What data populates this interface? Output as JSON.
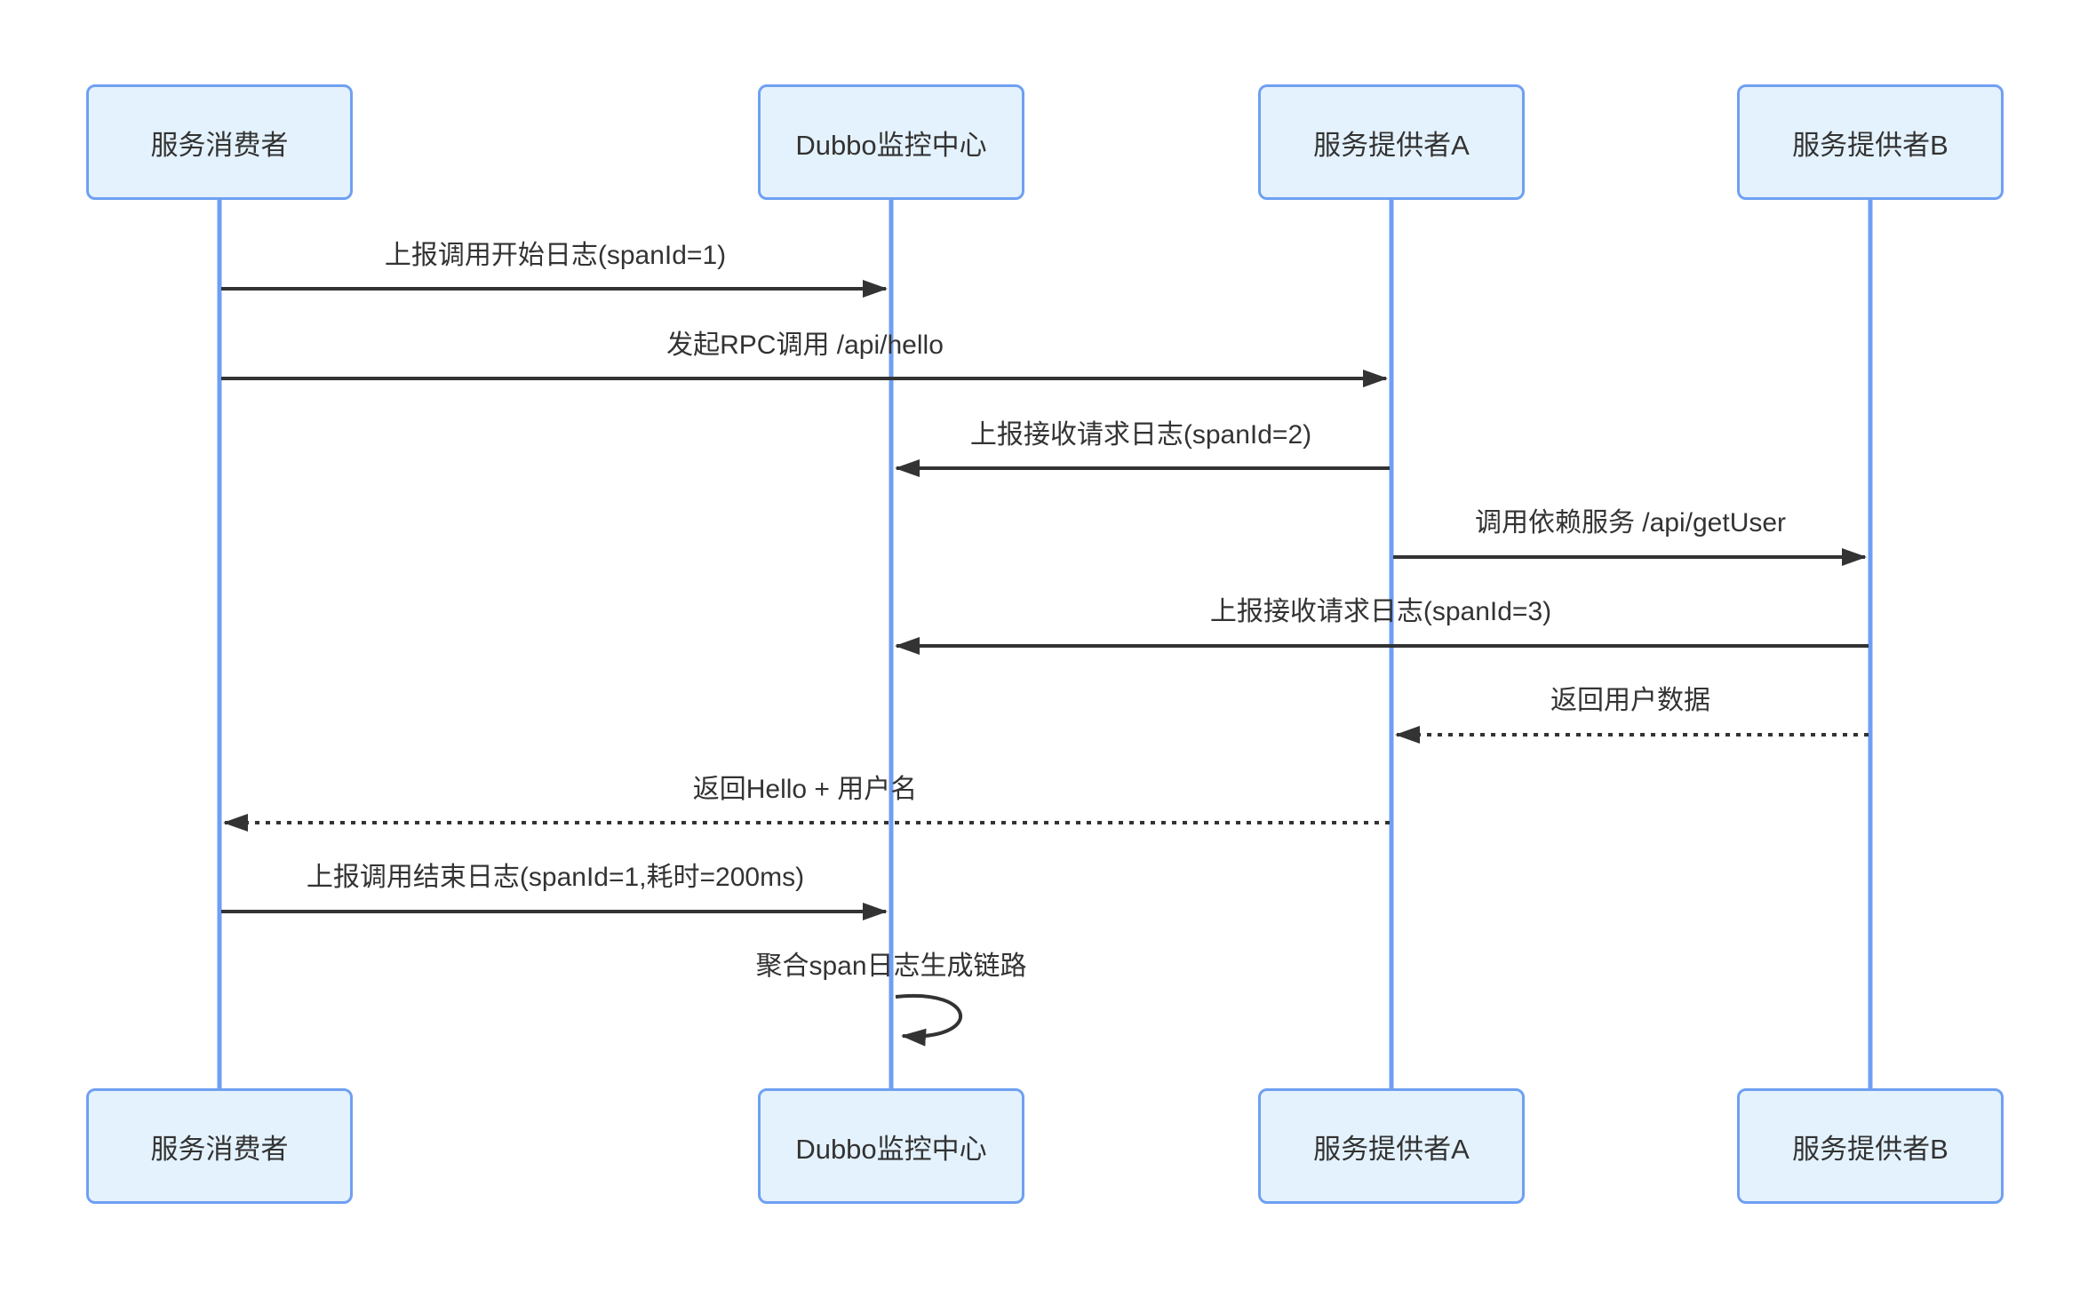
{
  "diagram": {
    "kind": "sequence-diagram",
    "participants": [
      {
        "id": "consumer",
        "label": "服务消费者"
      },
      {
        "id": "monitor",
        "label": "Dubbo监控中心"
      },
      {
        "id": "providerA",
        "label": "服务提供者A"
      },
      {
        "id": "providerB",
        "label": "服务提供者B"
      }
    ],
    "messages": [
      {
        "from": "服务消费者",
        "to": "Dubbo监控中心",
        "style": "solid",
        "text": "上报调用开始日志(spanId=1)"
      },
      {
        "from": "服务消费者",
        "to": "服务提供者A",
        "style": "solid",
        "text": "发起RPC调用 /api/hello"
      },
      {
        "from": "服务提供者A",
        "to": "Dubbo监控中心",
        "style": "solid",
        "text": "上报接收请求日志(spanId=2)"
      },
      {
        "from": "服务提供者A",
        "to": "服务提供者B",
        "style": "solid",
        "text": "调用依赖服务 /api/getUser"
      },
      {
        "from": "服务提供者B",
        "to": "Dubbo监控中心",
        "style": "solid",
        "text": "上报接收请求日志(spanId=3)"
      },
      {
        "from": "服务提供者B",
        "to": "服务提供者A",
        "style": "dashed",
        "text": "返回用户数据"
      },
      {
        "from": "服务提供者A",
        "to": "服务消费者",
        "style": "dashed",
        "text": "返回Hello + 用户名"
      },
      {
        "from": "服务消费者",
        "to": "Dubbo监控中心",
        "style": "solid",
        "text": "上报调用结束日志(spanId=1,耗时=200ms)"
      },
      {
        "from": "Dubbo监控中心",
        "to": "Dubbo监控中心",
        "style": "self",
        "text": "聚合span日志生成链路"
      }
    ],
    "colors": {
      "actor_fill": "#E4F2FD",
      "actor_border": "#6FA0F2",
      "lifeline": "#6F9FF5",
      "arrow": "#333333",
      "text": "#333333",
      "background": "#FFFFFF"
    }
  }
}
